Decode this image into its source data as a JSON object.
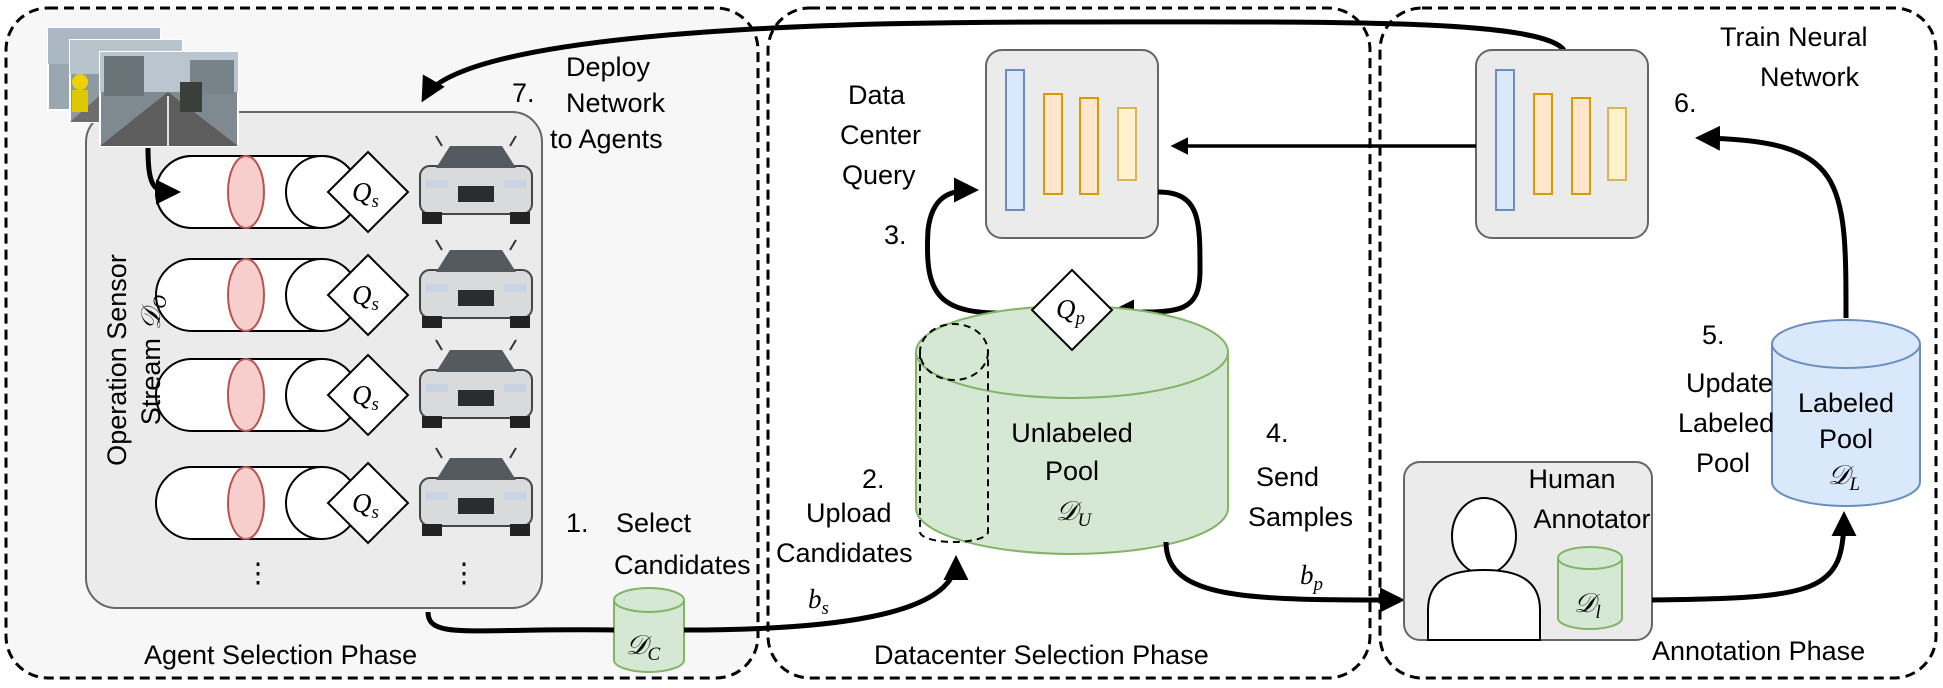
{
  "phases": {
    "agent": "Agent Selection Phase",
    "datacenter": "Datacenter Selection Phase",
    "annotation": "Annotation Phase"
  },
  "sensor_stream": {
    "line1": "Operation Sensor",
    "line2": "Stream",
    "symbol": "𝒟",
    "symbol_sub": "O"
  },
  "agent_query": {
    "symbol": "Q",
    "sub": "s"
  },
  "pool_query": {
    "symbol": "Q",
    "sub": "p"
  },
  "steps": {
    "s1": {
      "num": "1.",
      "line1": "Select",
      "line2": "Candidates"
    },
    "s2": {
      "num": "2.",
      "line1": "Upload",
      "line2": "Candidates"
    },
    "s3": {
      "num": "3."
    },
    "s3_label": {
      "line1": "Data",
      "line2": "Center",
      "line3": "Query"
    },
    "s4": {
      "num": "4.",
      "line1": "Send",
      "line2": "Samples"
    },
    "s5": {
      "num": "5.",
      "line1": "Update",
      "line2": "Labeled",
      "line3": "Pool"
    },
    "s6": {
      "num": "6."
    },
    "s6_label": {
      "line1": "Train Neural",
      "line2": "Network"
    },
    "s7": {
      "num": "7.",
      "line1": "Deploy",
      "line2": "Network",
      "line3": "to Agents"
    }
  },
  "candidates_db": {
    "symbol": "𝒟",
    "sub": "C"
  },
  "bs": {
    "symbol": "b",
    "sub": "s"
  },
  "bp": {
    "symbol": "b",
    "sub": "p"
  },
  "unlabeled_pool": {
    "line1": "Unlabeled",
    "line2": "Pool",
    "symbol": "𝒟",
    "sub": "U"
  },
  "human_annotator": {
    "line1": "Human",
    "line2": "Annotator",
    "symbol": "𝒟",
    "sub": "l"
  },
  "labeled_pool": {
    "line1": "Labeled",
    "line2": "Pool",
    "symbol": "𝒟",
    "sub": "L"
  },
  "ellipsis": "⋮",
  "colors": {
    "green_fill": "#d5e8d4",
    "green_stroke": "#82b366",
    "blue_fill": "#dae8fc",
    "blue_stroke": "#6c8ebf",
    "red_fill": "#f8cecc",
    "red_stroke": "#b85450",
    "orange_fill": "#ffe6cc",
    "orange_stroke": "#d79b00",
    "yellow_fill": "#fff2cc",
    "yellow_stroke": "#d6b656",
    "box_fill": "#ebebeb"
  }
}
